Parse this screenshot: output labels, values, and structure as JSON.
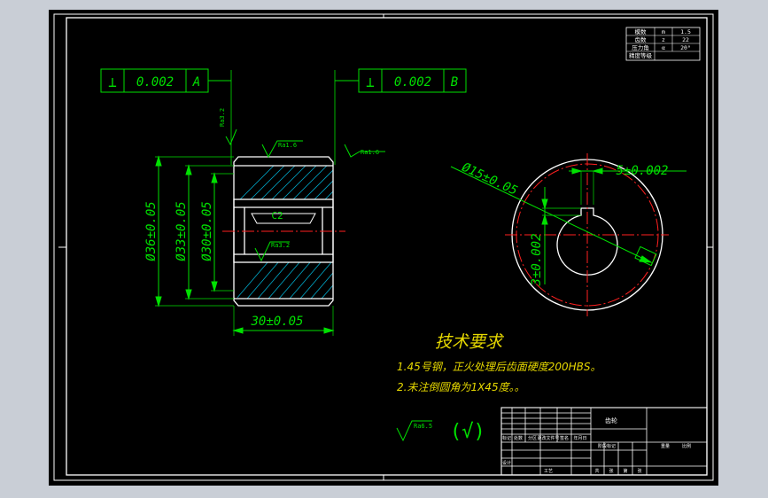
{
  "tolerance_frames": [
    {
      "symbol": "⊥",
      "value": "0.002",
      "datum": "A"
    },
    {
      "symbol": "⊥",
      "value": "0.002",
      "datum": "B"
    }
  ],
  "dimensions": {
    "dia36": "Ø36±0.05",
    "dia33": "Ø33±0.05",
    "dia30": "Ø30±0.05",
    "length": "30±0.05",
    "dia15": "Ø15±0.05",
    "keyway_width": "5±0.002",
    "keyway_depth": "3±0.002",
    "chamfer": "C2"
  },
  "roughness": {
    "left_face": "Ra3.2",
    "top_face": "Ra1.6",
    "right_face": "Ra1.6",
    "bore": "Ra3.2",
    "general": "Ra6.5",
    "general_other": "(√)"
  },
  "tech_requirements": {
    "title": "技术要求",
    "line1": "1.45号钢，正火处理后齿面硬度200HBS。",
    "line2": "2.未注倒圆角为1X45度。。"
  },
  "gear_table": {
    "rows": [
      {
        "label": "模数",
        "symbol": "m",
        "value": "1.5"
      },
      {
        "label": "齿数",
        "symbol": "z",
        "value": "22"
      },
      {
        "label": "压力角",
        "symbol": "α",
        "value": "20°"
      },
      {
        "label": "精度等级",
        "symbol": "",
        "value": ""
      }
    ]
  },
  "title_block": {
    "part_name": "齿轮",
    "row_labels": [
      "标记",
      "处数",
      "分区",
      "更改文件号",
      "签名",
      "年月日"
    ],
    "design_label": "设计",
    "process_label": "工艺",
    "stage_labels": [
      "阶段标记",
      "重量",
      "比例"
    ],
    "sheet_labels": [
      "共",
      "张",
      "第",
      "张"
    ]
  },
  "colors": {
    "background": "#000000",
    "outline": "#ffffff",
    "dimension": "#00e000",
    "centerline": "#ff2020",
    "hatch": "#00a8c8",
    "text": "#e6d800"
  }
}
